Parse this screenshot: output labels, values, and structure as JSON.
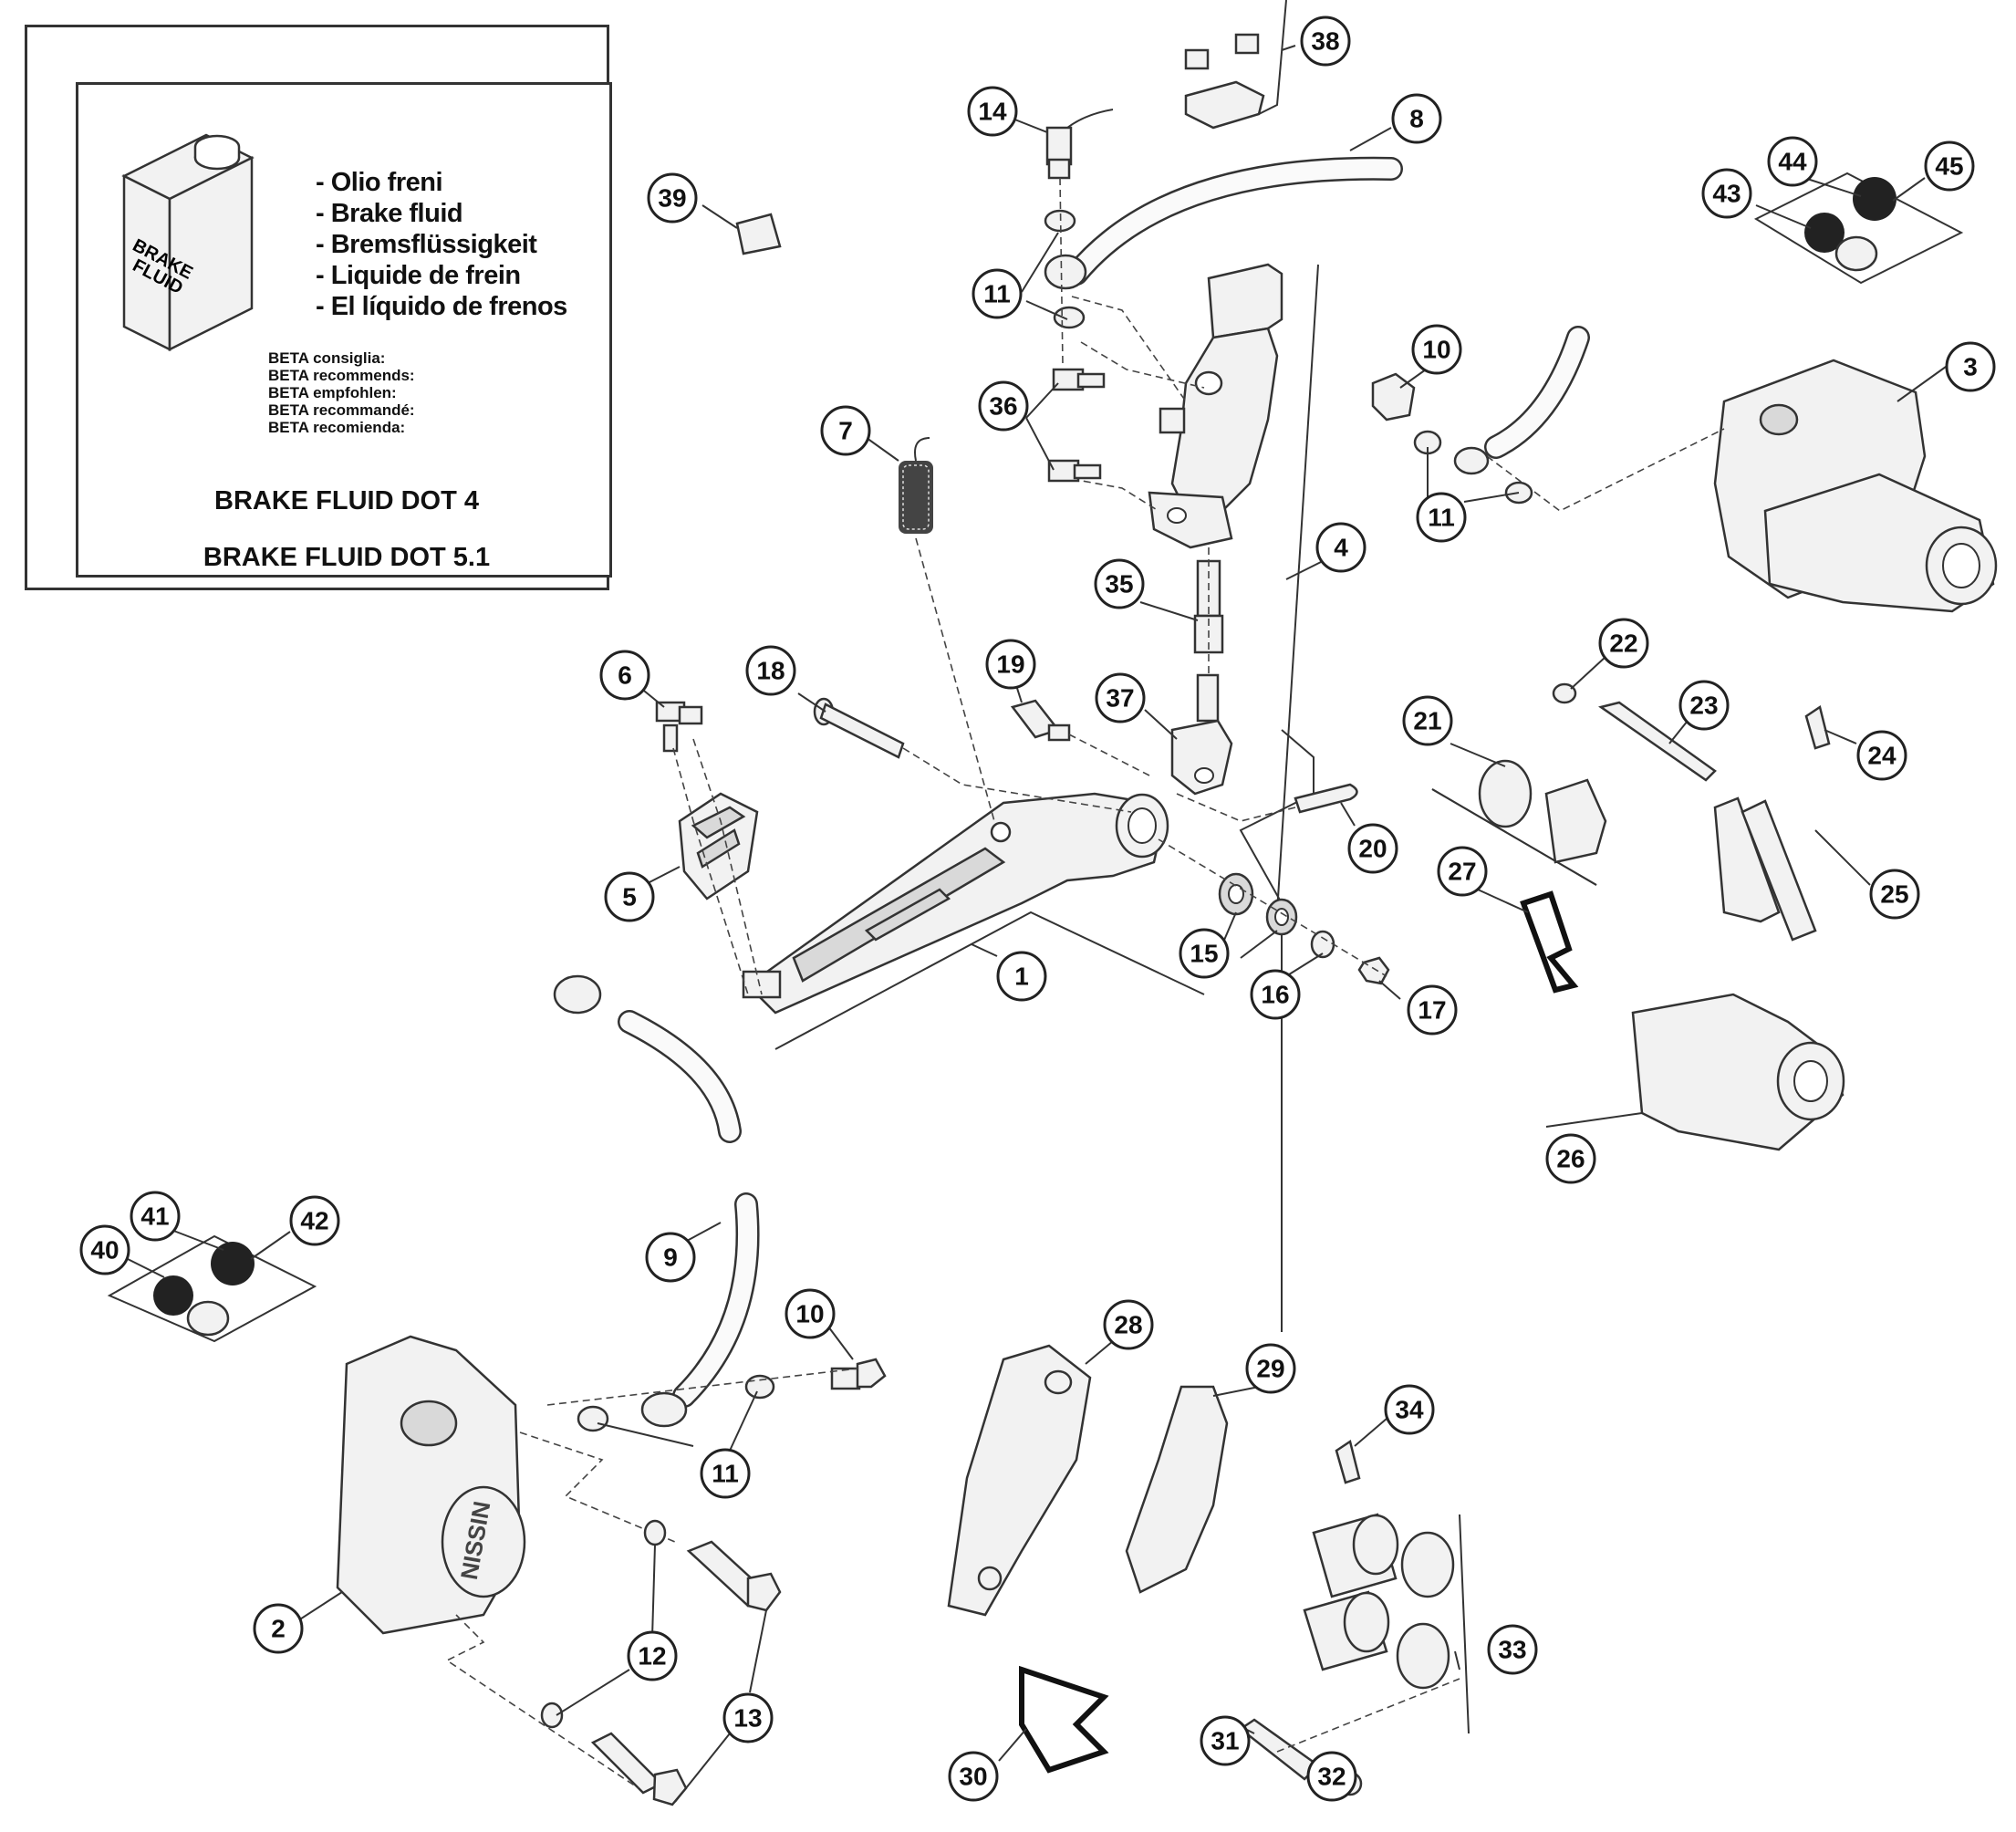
{
  "info_box": {
    "can_label": [
      "BRAKE",
      "FLUID"
    ],
    "fluid_names": [
      "- Olio freni",
      "- Brake fluid",
      "- Bremsflüssigkeit",
      "- Liquide de frein",
      "- El líquido de frenos"
    ],
    "recommends": [
      "BETA consiglia:",
      "BETA recommends:",
      "BETA empfohlen:",
      "BETA recommandé:",
      "BETA recomienda:"
    ],
    "dot4": "BRAKE FLUID DOT 4",
    "dot51": "BRAKE FLUID DOT 5.1"
  },
  "caliper_brand": "NISSIN",
  "callouts": [
    "1",
    "2",
    "3",
    "4",
    "5",
    "6",
    "7",
    "8",
    "9",
    "10",
    "10",
    "11",
    "11",
    "11",
    "12",
    "13",
    "14",
    "15",
    "16",
    "17",
    "18",
    "19",
    "20",
    "21",
    "22",
    "23",
    "24",
    "25",
    "26",
    "27",
    "28",
    "29",
    "30",
    "31",
    "32",
    "33",
    "34",
    "35",
    "36",
    "37",
    "38",
    "39",
    "40",
    "41",
    "42",
    "43",
    "44",
    "45"
  ]
}
